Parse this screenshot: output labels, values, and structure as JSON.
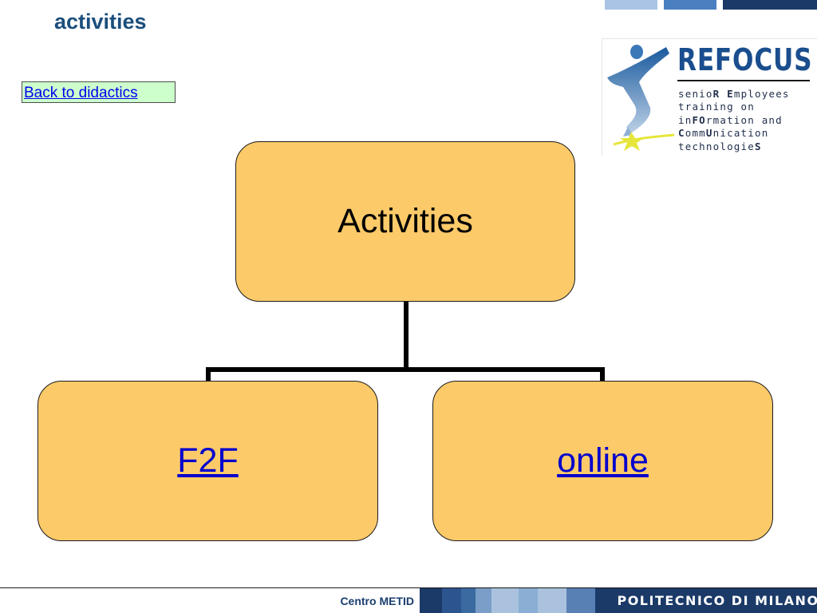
{
  "header": {
    "title": "activities",
    "accent_colors": [
      "#a9c4e4",
      "#4a7fc0",
      "#1b3a68"
    ]
  },
  "nav": {
    "back_label": "Back to didactics"
  },
  "logo": {
    "name": "REFOCUS",
    "tagline_lines": [
      [
        "senio",
        "R",
        " ",
        "E",
        "mployees"
      ],
      [
        "training on"
      ],
      [
        "in",
        "FO",
        "rmation and"
      ],
      [
        "",
        "C",
        "omm",
        "U",
        "nication"
      ],
      [
        "technologie",
        "S"
      ]
    ]
  },
  "diagram": {
    "root": "Activities",
    "children": [
      "F2F",
      "online"
    ],
    "box_color": "#fdca6a"
  },
  "footer": {
    "left_label": "Centro METID",
    "right_label": "POLITECNICO DI MILANO",
    "stripe_colors": [
      "#1b3a68",
      "#3a6aa0",
      "#7a9ec8",
      "#aac2de",
      "#8aaed4",
      "#5880b4",
      "#1b3a68"
    ]
  }
}
